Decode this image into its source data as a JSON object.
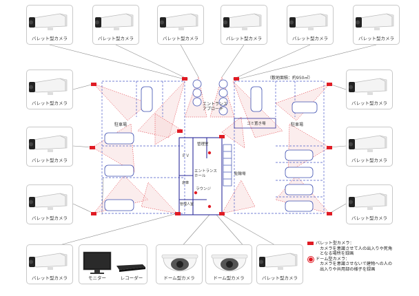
{
  "diagram": {
    "area_note": "（敷地面積：約950㎡）",
    "labels": {
      "entrance_approach": "エントランス\nアプローチ",
      "parking_left": "駐車場",
      "parking_right": "駐車場",
      "garbage": "ゴミ置き場",
      "bicycle": "駐輪場",
      "entrance_hall": "エントランス\nホール",
      "lounge": "ラウンジ",
      "ev": "ＥＶ",
      "mgmt_office": "管理室",
      "manager_room": "管理人室",
      "storage": "倉庫"
    }
  },
  "devices": {
    "bullet_label": "バレット型カメラ",
    "monitor_label": "モニター",
    "recorder_label": "レコーダー",
    "dome_label": "ドーム型カメラ"
  },
  "legend": {
    "bullet_title": "バレット型カメラ：",
    "bullet_desc_1": "カメラを意識させて人の出入りや死角",
    "bullet_desc_2": "となる場所を録画",
    "dome_title": "ドーム型カメラ：",
    "dome_desc_1": "カメラを意識させないで建物への人の",
    "dome_desc_2": "出入りや共用部の様子を録画"
  },
  "colors": {
    "accent": "#e01b24",
    "line": "#888888",
    "plan_blue": "#2b2b9a",
    "car": "#5b6fc4"
  }
}
